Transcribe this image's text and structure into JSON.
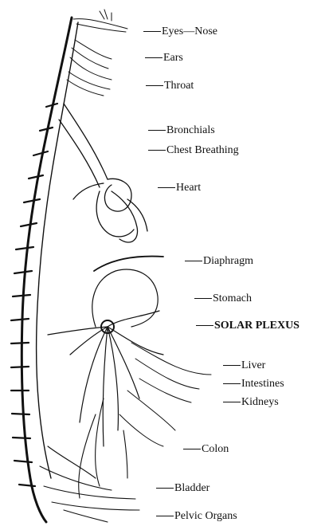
{
  "diagram": {
    "labels": [
      {
        "id": "eyes-nose",
        "text": "Eyes—Nose"
      },
      {
        "id": "ears",
        "text": "Ears"
      },
      {
        "id": "throat",
        "text": "Throat"
      },
      {
        "id": "bronchials",
        "text": "Bronchials"
      },
      {
        "id": "chest-breathing",
        "text": "Chest Breathing"
      },
      {
        "id": "heart",
        "text": "Heart"
      },
      {
        "id": "diaphragm",
        "text": "Diaphragm"
      },
      {
        "id": "stomach",
        "text": "Stomach"
      },
      {
        "id": "solar-plexus",
        "text": "SOLAR PLEXUS"
      },
      {
        "id": "liver",
        "text": "Liver"
      },
      {
        "id": "intestines",
        "text": "Intestines"
      },
      {
        "id": "kidneys",
        "text": "Kidneys"
      },
      {
        "id": "colon",
        "text": "Colon"
      },
      {
        "id": "bladder",
        "text": "Bladder"
      },
      {
        "id": "pelvic-organs",
        "text": "Pelvic Organs"
      }
    ],
    "ink_color": "#111111",
    "background_color": "#ffffff"
  }
}
